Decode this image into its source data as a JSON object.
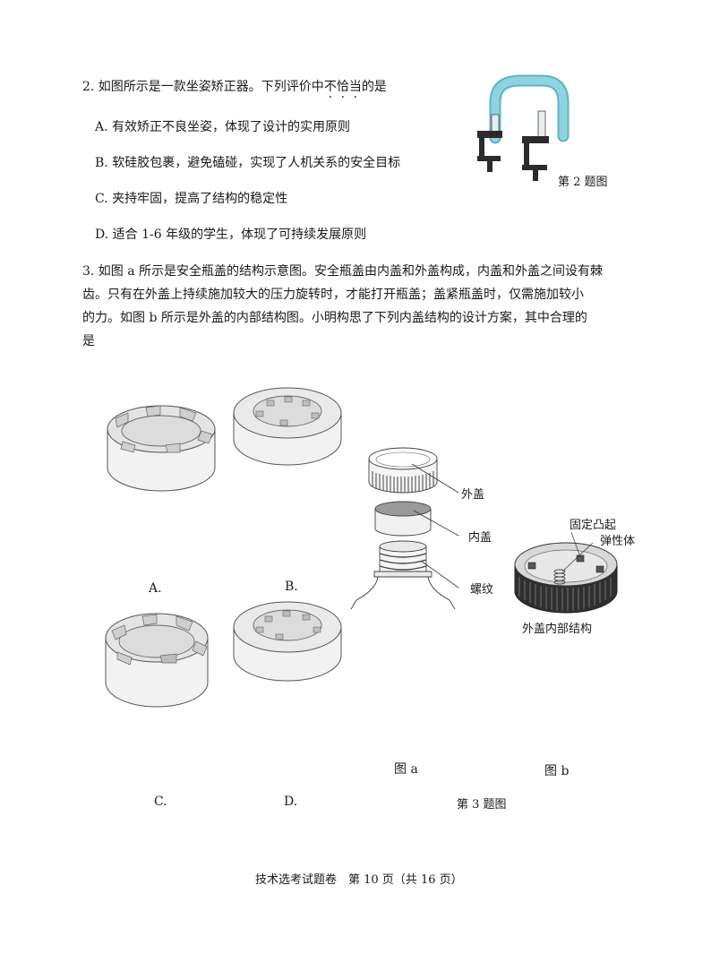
{
  "q2": {
    "stem_a": "2. 如图所示是一款坐姿矫正器。下列评价中",
    "stem_emph": [
      "不",
      "恰",
      "当"
    ],
    "stem_b": "的是",
    "options": [
      "A. 有效矫正不良坐姿，体现了设计的实用原则",
      "B. 软硅胶包裹，避免磕碰，实现了人机关系的安全目标",
      "C. 夹持牢固，提高了结构的稳定性",
      "D. 适合 1-6 年级的学生，体现了可持续发展原则"
    ],
    "figure_caption": "第 2 题图"
  },
  "q3": {
    "lines": [
      "3. 如图 a 所示是安全瓶盖的结构示意图。安全瓶盖由内盖和外盖构成，内盖和外盖之间设有棘",
      "齿。只有在外盖上持续施加较大的压力旋转时，才能打开瓶盖；盖紧瓶盖时，仅需施加较小",
      "的力。如图 b 所示是外盖的内部结构图。小明构思了下列内盖结构的设计方案，其中合理的",
      "是"
    ],
    "option_labels": [
      "A.",
      "B.",
      "C.",
      "D."
    ],
    "fig_a_labels": [
      "外盖",
      "内盖",
      "螺纹"
    ],
    "fig_b_labels": [
      "固定凸起",
      "弹性体"
    ],
    "fig_b_caption": "外盖内部结构",
    "fig_a_title": "图 a",
    "fig_b_title": "图 b",
    "figure_caption": "第 3 题图"
  },
  "footer": "技术选考试题卷　第 10 页（共 16 页）",
  "colors": {
    "text": "#1a1a1a",
    "handle": "#8fd3e0",
    "clamp": "#2b2b2b",
    "cap_fill": "#f2f2f2",
    "cap_shadow": "#9a9a9a"
  }
}
